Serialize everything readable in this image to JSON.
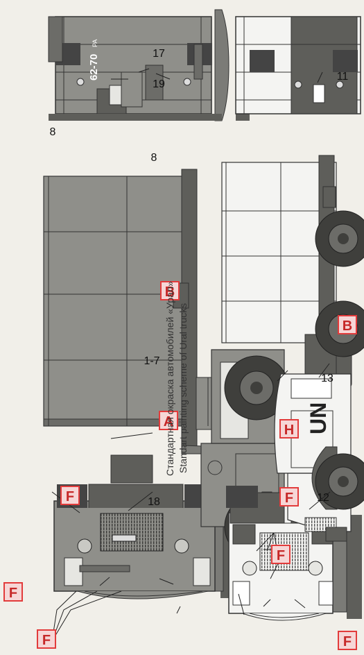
{
  "caption": {
    "russian": "Стандартная окраска автомобилей «Урал»",
    "english": "Standart painting scheme of Ural trucks"
  },
  "letter_markers": {
    "A": "A",
    "B": "B",
    "F": "F",
    "H": "H"
  },
  "callouts": {
    "c8": "8",
    "c17": "17",
    "c19": "19",
    "c18": "18",
    "c1_7": "1-7",
    "c13": "13",
    "c12": "12",
    "c11": "11"
  },
  "vehicle_markings": {
    "plate_number": "62-70",
    "plate_suffix": "PA",
    "un_letters": "UN"
  },
  "colors": {
    "marker_red": "#e23b3b",
    "marker_fill": "#f6d6d6",
    "green_gray": "#8f8f8a",
    "dark_gray": "#5e5e5a",
    "tire": "#3f3f3c",
    "white_body": "#f4f4f2",
    "paper": "#f1efe9"
  }
}
